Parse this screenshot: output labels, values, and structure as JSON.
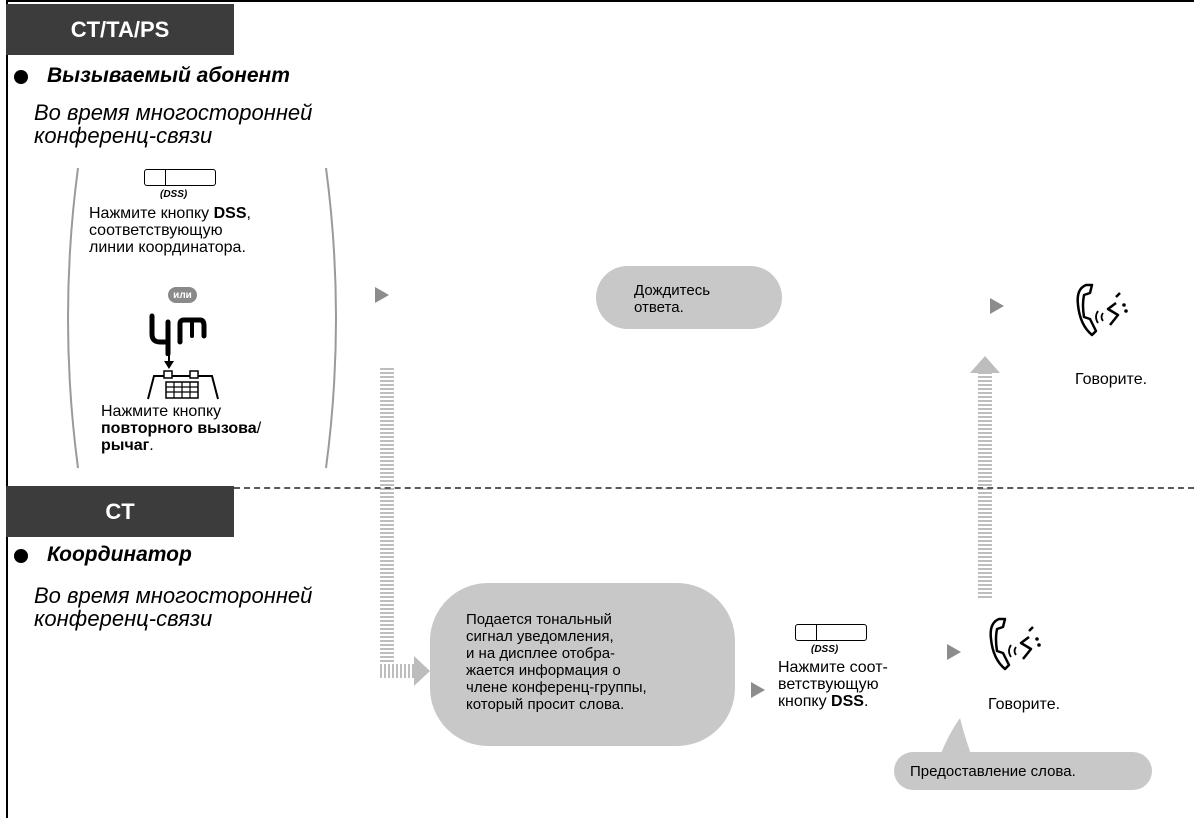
{
  "top": {
    "tab": "CT/TA/PS",
    "role": "Вызываемый абонент",
    "context": [
      "Во время многосторонней",
      "конференц-связи"
    ],
    "dss_caption": "(DSS)",
    "dss_text": {
      "pre": "Нажмите кнопку ",
      "bold": "DSS",
      "post": ",",
      "line2": "соответствующую",
      "line3": "линии координатора."
    },
    "or_label": "или",
    "flash_text": {
      "line1": "Нажмите кнопку",
      "bold1": "повторного вызова",
      "slash": "/",
      "bold2": "рычаг",
      "post": "."
    },
    "wait_bubble": [
      "Дождитесь",
      "ответа."
    ],
    "talk": "Говорите."
  },
  "bottom": {
    "tab": "CT",
    "role": "Координатор",
    "context": [
      "Во время многосторонней",
      "конференц-связи"
    ],
    "notify_bubble": [
      "Подается тональный",
      "сигнал уведомления,",
      "и на дисплее отобра-",
      "жается информация о",
      "члене конференц-группы,",
      "который просит слова."
    ],
    "dss_caption": "(DSS)",
    "dss_text": {
      "line1": "Нажмите соот-",
      "line2": "ветствующую",
      "line3_pre": "кнопку ",
      "line3_bold": "DSS",
      "line3_post": "."
    },
    "talk": "Говорите.",
    "callout": "Предоставление слова."
  },
  "icons": {
    "dss_key": "dss-key-icon",
    "finger": "finger-press-icon",
    "flash_key": "flash-recall-key-icon",
    "handset": "handset-talking-icon",
    "arrow": "gray-triangle-arrow-icon"
  },
  "colors": {
    "tab_bg": "#3c3c3c",
    "bubble": "#c8c8c8",
    "arrow": "#8c8c8c",
    "stripe": "#bdbdbd",
    "divider": "#5a5a5a"
  }
}
